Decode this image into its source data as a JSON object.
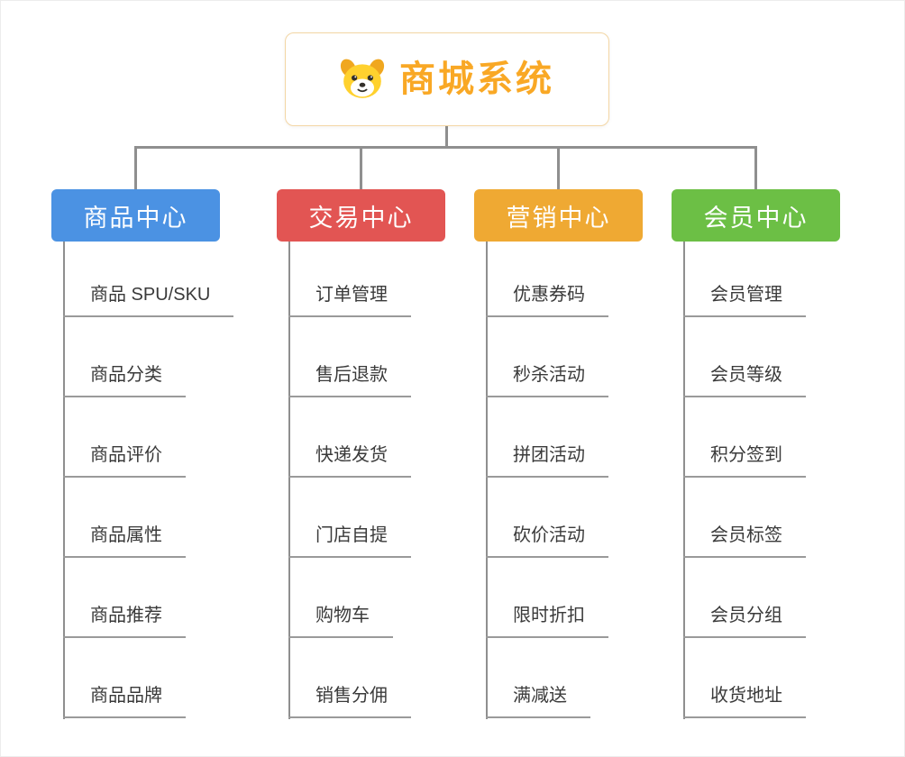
{
  "root": {
    "title": "商城系统",
    "icon": "dog-icon"
  },
  "colors": {
    "root_title": "#f9a825",
    "root_border": "#f3d6a4",
    "line": "#8f8f8f",
    "product_center": "#4b92e3",
    "trade_center": "#e25553",
    "marketing_center": "#efa933",
    "member_center": "#6cbf45"
  },
  "branches": [
    {
      "label": "商品中心",
      "color": "#4b92e3",
      "items": [
        "商品 SPU/SKU",
        "商品分类",
        "商品评价",
        "商品属性",
        "商品推荐",
        "商品品牌"
      ]
    },
    {
      "label": "交易中心",
      "color": "#e25553",
      "items": [
        "订单管理",
        "售后退款",
        "快递发货",
        "门店自提",
        "购物车",
        "销售分佣"
      ]
    },
    {
      "label": "营销中心",
      "color": "#efa933",
      "items": [
        "优惠券码",
        "秒杀活动",
        "拼团活动",
        "砍价活动",
        "限时折扣",
        "满减送"
      ]
    },
    {
      "label": "会员中心",
      "color": "#6cbf45",
      "items": [
        "会员管理",
        "会员等级",
        "积分签到",
        "会员标签",
        "会员分组",
        "收货地址"
      ]
    }
  ]
}
